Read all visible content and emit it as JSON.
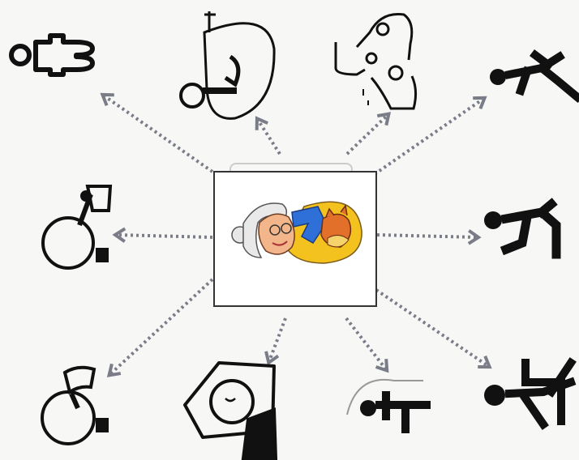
{
  "diagram": {
    "center": {
      "icon": "grandmother-with-cat-illustration"
    },
    "activities": [
      {
        "id": "toilet",
        "icon": "toilet-person-icon"
      },
      {
        "id": "bath",
        "icon": "bathtub-person-icon"
      },
      {
        "id": "handwash",
        "icon": "washing-hands-icon"
      },
      {
        "id": "fall",
        "icon": "person-falling-icon"
      },
      {
        "id": "running",
        "icon": "person-running-icon"
      },
      {
        "id": "drinking",
        "icon": "person-drinking-icon"
      },
      {
        "id": "eating",
        "icon": "person-eating-icon"
      },
      {
        "id": "sleeping",
        "icon": "person-sleeping-icon"
      },
      {
        "id": "lying",
        "icon": "person-lying-on-bed-icon"
      },
      {
        "id": "sitting",
        "icon": "person-sitting-icon"
      }
    ],
    "colors": {
      "arrow": "#7a7d88",
      "icon": "#111111",
      "frame": "#333333",
      "background": "#f7f7f5"
    }
  }
}
